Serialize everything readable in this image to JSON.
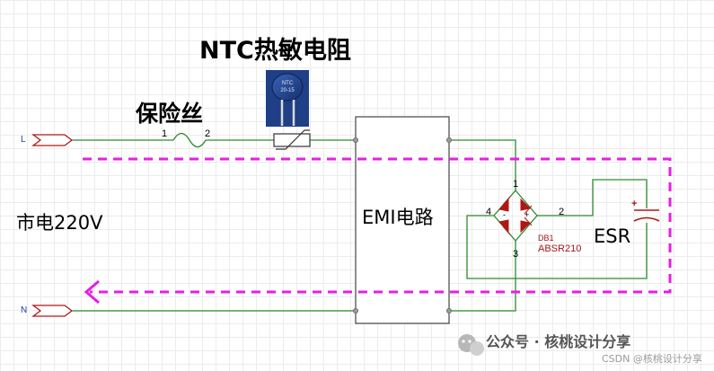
{
  "title": "NTC热敏电阻",
  "fuse_label": "保险丝",
  "mains_label": "市电220V",
  "emi_label": "EMI电路",
  "esr_label": "ESR",
  "ports": {
    "line": "L",
    "neutral": "N"
  },
  "fuse_pins": {
    "p1": "1",
    "p2": "2"
  },
  "bridge": {
    "ref": "DB1",
    "part": "ABSR210",
    "pins": {
      "top": "1",
      "right": "2",
      "bottom": "3",
      "left": "4"
    },
    "signs": {
      "left": "-",
      "right": "+"
    }
  },
  "ntc_print": {
    "line1": "NTC",
    "line2": "20-15"
  },
  "capacitor_plus": "+",
  "watermark": {
    "text": "公众号 · 核桃设计分享",
    "csdn": "CSDN @核桃设计分享"
  },
  "colors": {
    "wire": "#2e8b2e",
    "path": "#e61ee6",
    "box": "#444444",
    "bridge_diode": "#b21515",
    "ntc_body": "#1f3f86"
  }
}
